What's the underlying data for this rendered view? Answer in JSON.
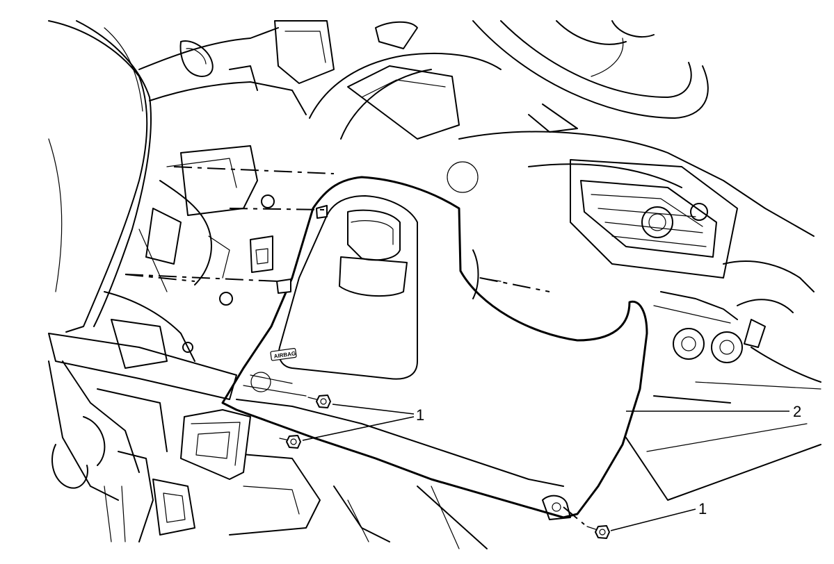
{
  "callouts": [
    {
      "label": "1"
    },
    {
      "label": "2"
    },
    {
      "label": "1"
    }
  ],
  "panel_badge": "AIRBAG"
}
